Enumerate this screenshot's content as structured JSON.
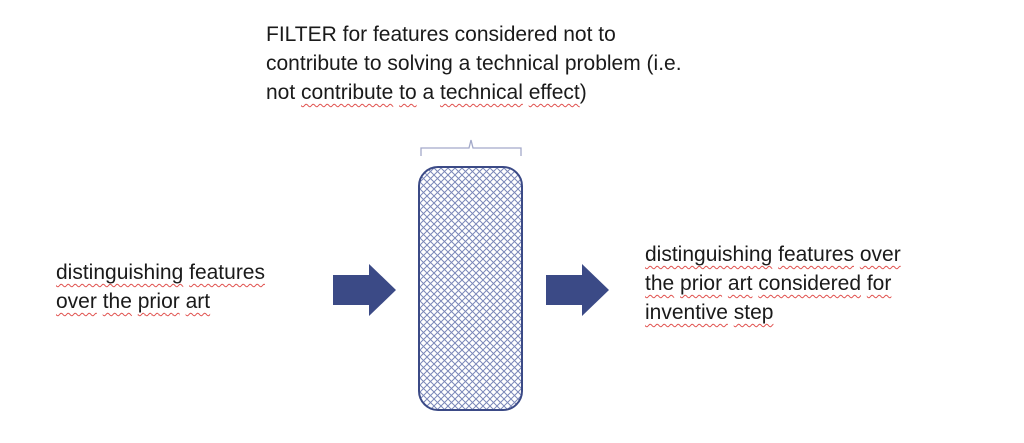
{
  "filter_caption": {
    "line1": [
      {
        "text": "FILTER for features considered not to",
        "squiggle": false
      }
    ],
    "line2": [
      {
        "text": "contribute to solving a technical problem (i.e.",
        "squiggle": false
      }
    ],
    "line3": [
      {
        "text": "not ",
        "squiggle": false
      },
      {
        "text": "contribute",
        "squiggle": true
      },
      {
        "text": " ",
        "squiggle": false
      },
      {
        "text": "to",
        "squiggle": true
      },
      {
        "text": " a ",
        "squiggle": false
      },
      {
        "text": "technical",
        "squiggle": true
      },
      {
        "text": " ",
        "squiggle": false
      },
      {
        "text": "effect",
        "squiggle": true
      },
      {
        "text": ")",
        "squiggle": false
      }
    ]
  },
  "input_label": {
    "line1": [
      {
        "text": "distinguishing",
        "squiggle": true
      },
      {
        "text": " ",
        "squiggle": false
      },
      {
        "text": "features",
        "squiggle": true
      }
    ],
    "line2": [
      {
        "text": "over",
        "squiggle": true
      },
      {
        "text": " ",
        "squiggle": false
      },
      {
        "text": "the",
        "squiggle": true
      },
      {
        "text": " ",
        "squiggle": false
      },
      {
        "text": "prior",
        "squiggle": true
      },
      {
        "text": " ",
        "squiggle": false
      },
      {
        "text": "art",
        "squiggle": true
      }
    ]
  },
  "output_label": {
    "line1": [
      {
        "text": "distinguishing",
        "squiggle": true
      },
      {
        "text": " ",
        "squiggle": false
      },
      {
        "text": "features",
        "squiggle": true
      },
      {
        "text": " ",
        "squiggle": false
      },
      {
        "text": "over",
        "squiggle": true
      }
    ],
    "line2": [
      {
        "text": "the",
        "squiggle": true
      },
      {
        "text": " ",
        "squiggle": false
      },
      {
        "text": "prior",
        "squiggle": true
      },
      {
        "text": " ",
        "squiggle": false
      },
      {
        "text": "art",
        "squiggle": true
      },
      {
        "text": " ",
        "squiggle": false
      },
      {
        "text": "considered",
        "squiggle": true
      },
      {
        "text": " ",
        "squiggle": false
      },
      {
        "text": "for",
        "squiggle": true
      }
    ],
    "line3": [
      {
        "text": "inventive",
        "squiggle": true
      },
      {
        "text": " ",
        "squiggle": false
      },
      {
        "text": "step",
        "squiggle": true
      }
    ]
  },
  "colors": {
    "arrow_fill": "#3b4a86",
    "filter_stroke": "#3b4a86",
    "filter_hatch": "#7b87b8",
    "brace": "#a3a9c9",
    "spellcheck_underline": "#e0504d"
  }
}
